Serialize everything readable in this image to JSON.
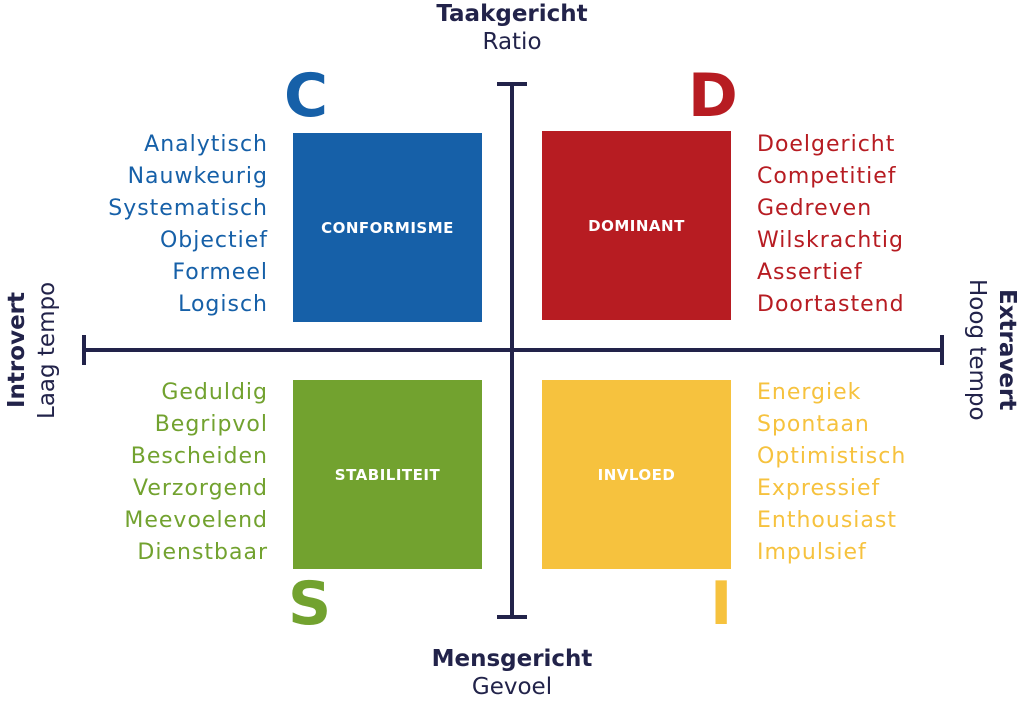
{
  "axes": {
    "top": {
      "bold": "Taakgericht",
      "light": "Ratio"
    },
    "bottom": {
      "bold": "Mensgericht",
      "light": "Gevoel"
    },
    "left": {
      "bold": "Introvert",
      "light": "Laag tempo"
    },
    "right": {
      "bold": "Extravert",
      "light": "Hoog tempo"
    }
  },
  "quadrants": {
    "c": {
      "letter": "C",
      "label": "CONFORMISME",
      "color": "#1660a8",
      "traits": [
        "Analytisch",
        "Nauwkeurig",
        "Systematisch",
        "Objectief",
        "Formeel",
        "Logisch"
      ]
    },
    "d": {
      "letter": "D",
      "label": "DOMINANT",
      "color": "#b71c22",
      "traits": [
        "Doelgericht",
        "Competitief",
        "Gedreven",
        "Wilskrachtig",
        "Assertief",
        "Doortastend"
      ]
    },
    "s": {
      "letter": "S",
      "label": "STABILITEIT",
      "color": "#72a22f",
      "traits": [
        "Geduldig",
        "Begripvol",
        "Bescheiden",
        "Verzorgend",
        "Meevoelend",
        "Dienstbaar"
      ]
    },
    "i": {
      "letter": "I",
      "label": "INVLOED",
      "color": "#f6c23e",
      "traits": [
        "Energiek",
        "Spontaan",
        "Optimistisch",
        "Expressief",
        "Enthousiast",
        "Impulsief"
      ]
    }
  }
}
